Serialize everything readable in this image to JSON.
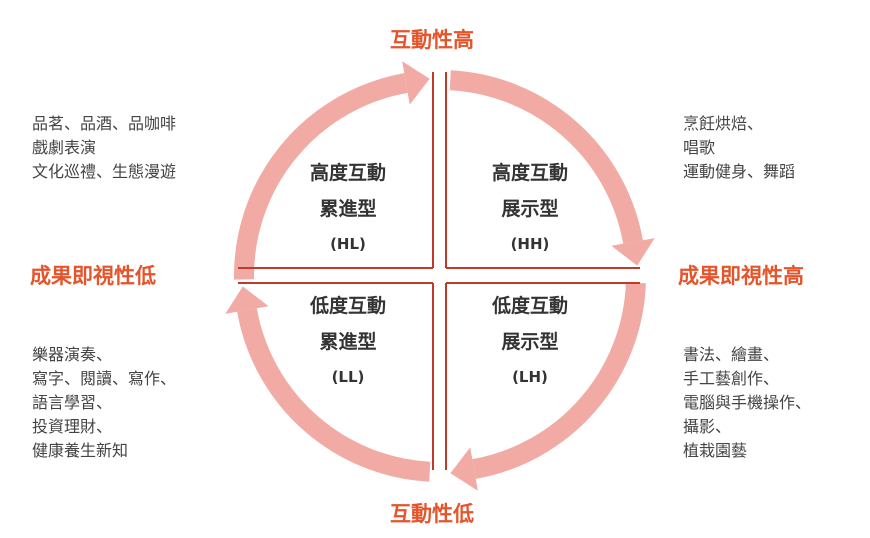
{
  "axes": {
    "top": "互動性高",
    "bottom": "互動性低",
    "left": "成果即視性低",
    "right": "成果即視性高"
  },
  "quadrants": {
    "HL": {
      "line1": "高度互動",
      "line2": "累進型",
      "code": "(HL)"
    },
    "HH": {
      "line1": "高度互動",
      "line2": "展示型",
      "code": "(HH)"
    },
    "LL": {
      "line1": "低度互動",
      "line2": "累進型",
      "code": "(LL)"
    },
    "LH": {
      "line1": "低度互動",
      "line2": "展示型",
      "code": "(LH)"
    }
  },
  "examples": {
    "HL": [
      "品茗、品酒、品咖啡",
      "戲劇表演",
      "文化巡禮、生態漫遊"
    ],
    "HH": [
      "烹飪烘焙、",
      "唱歌",
      "運動健身、舞蹈"
    ],
    "LL": [
      "樂器演奏、",
      "寫字、閱讀、寫作、",
      "語言學習、",
      "投資理財、",
      "健康養生新知"
    ],
    "LH": [
      "書法、繪畫、",
      "手工藝創作、",
      "電腦與手機操作、",
      "攝影、",
      "植栽園藝"
    ]
  },
  "colors": {
    "ring": "#f2aaa4",
    "divider": "#c0392b",
    "axis_text": "#e5552c",
    "body_text": "#444444"
  }
}
